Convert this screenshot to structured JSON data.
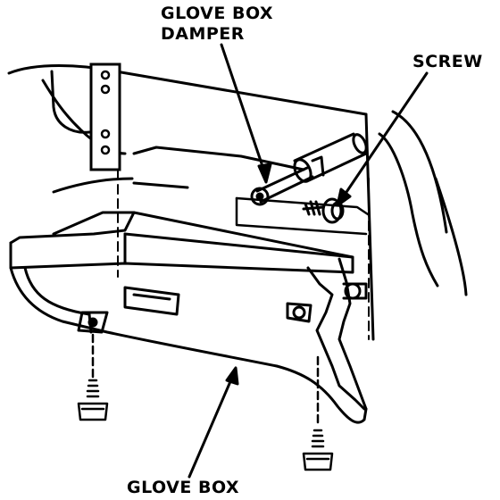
{
  "labels": {
    "damper_line1": "GLOVE BOX",
    "damper_line2": "DAMPER",
    "screw": "SCREW",
    "glove_box": "GLOVE BOX"
  },
  "colors": {
    "ink": "#000000",
    "paper": "#ffffff"
  }
}
